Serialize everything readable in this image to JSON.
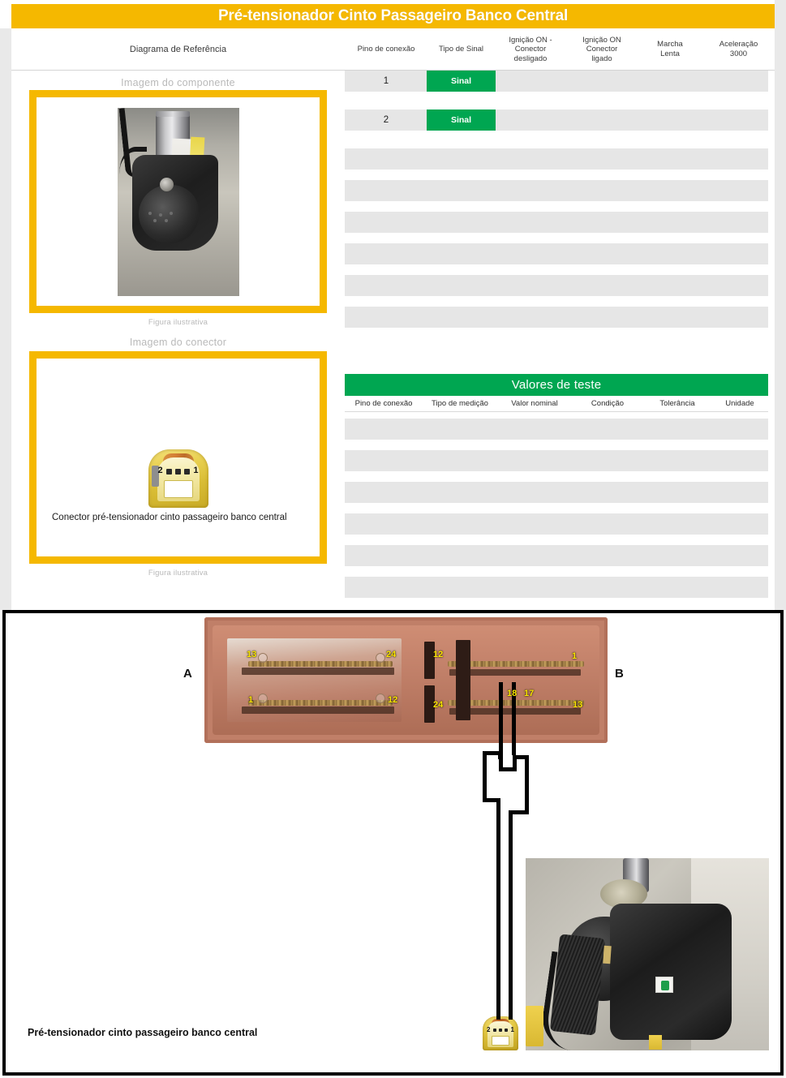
{
  "title": "Pré-tensionador Cinto Passageiro Banco Central",
  "header": {
    "diagram_col": "Diagrama de  Referência",
    "columns": [
      "Pino de conexão",
      "Tipo de Sinal",
      "Ignição ON - Conector desligado",
      "Ignição ON Conector ligado",
      "Marcha Lenta",
      "Aceleração 3000"
    ],
    "col_ignicao_desligado_lines": [
      "Ignição ON -",
      "Conector",
      "desligado"
    ],
    "col_ignicao_ligado_lines": [
      "Ignição ON",
      "Conector",
      "ligado"
    ],
    "col_marcha_lines": [
      "Marcha",
      "Lenta"
    ],
    "col_aceleracao_lines": [
      "Aceleração",
      "3000"
    ]
  },
  "left_panel": {
    "component_image_label": "Imagem do componente",
    "component_figure_caption": "Figura ilustrativa",
    "connector_image_label": "Imagem do conector",
    "connector_figure_caption": "Figura ilustrativa",
    "connector_caption": "Conector pré-tensionador cinto passageiro banco central",
    "connector_pins": [
      "2",
      "1"
    ]
  },
  "signal_rows": [
    {
      "pin": "1",
      "signal_type": "Sinal",
      "ign_on_disconnected": "",
      "ign_on_connected": "",
      "idle": "",
      "accel_3000": ""
    },
    {
      "pin": "2",
      "signal_type": "Sinal",
      "ign_on_disconnected": "",
      "ign_on_connected": "",
      "idle": "",
      "accel_3000": ""
    },
    {
      "pin": "",
      "signal_type": "",
      "ign_on_disconnected": "",
      "ign_on_connected": "",
      "idle": "",
      "accel_3000": ""
    },
    {
      "pin": "",
      "signal_type": "",
      "ign_on_disconnected": "",
      "ign_on_connected": "",
      "idle": "",
      "accel_3000": ""
    },
    {
      "pin": "",
      "signal_type": "",
      "ign_on_disconnected": "",
      "ign_on_connected": "",
      "idle": "",
      "accel_3000": ""
    },
    {
      "pin": "",
      "signal_type": "",
      "ign_on_disconnected": "",
      "ign_on_connected": "",
      "idle": "",
      "accel_3000": ""
    },
    {
      "pin": "",
      "signal_type": "",
      "ign_on_disconnected": "",
      "ign_on_connected": "",
      "idle": "",
      "accel_3000": ""
    },
    {
      "pin": "",
      "signal_type": "",
      "ign_on_disconnected": "",
      "ign_on_connected": "",
      "idle": "",
      "accel_3000": ""
    },
    {
      "pin": "",
      "signal_type": "",
      "ign_on_disconnected": "",
      "ign_on_connected": "",
      "idle": "",
      "accel_3000": ""
    },
    {
      "pin": "",
      "signal_type": "",
      "ign_on_disconnected": "",
      "ign_on_connected": "",
      "idle": "",
      "accel_3000": ""
    }
  ],
  "test_values": {
    "title": "Valores de teste",
    "columns": [
      "Pino de conexão",
      "Tipo de medição",
      "Valor nominal",
      "Condição",
      "Tolerância",
      "Unidade"
    ],
    "rows": [
      {
        "pin": "",
        "measurement_type": "",
        "nominal_value": "",
        "condition": "",
        "tolerance": "",
        "unit": ""
      },
      {
        "pin": "",
        "measurement_type": "",
        "nominal_value": "",
        "condition": "",
        "tolerance": "",
        "unit": ""
      },
      {
        "pin": "",
        "measurement_type": "",
        "nominal_value": "",
        "condition": "",
        "tolerance": "",
        "unit": ""
      },
      {
        "pin": "",
        "measurement_type": "",
        "nominal_value": "",
        "condition": "",
        "tolerance": "",
        "unit": ""
      },
      {
        "pin": "",
        "measurement_type": "",
        "nominal_value": "",
        "condition": "",
        "tolerance": "",
        "unit": ""
      },
      {
        "pin": "",
        "measurement_type": "",
        "nominal_value": "",
        "condition": "",
        "tolerance": "",
        "unit": ""
      }
    ]
  },
  "wiring_diagram": {
    "caption": "Pré-tensionador cinto passageiro banco central",
    "connector_a_label": "A",
    "connector_b_label": "B",
    "ecu_pin_labels_a": [
      "13",
      "24",
      "1",
      "12"
    ],
    "ecu_pin_labels_b": [
      "12",
      "1",
      "24",
      "18",
      "17",
      "13"
    ],
    "wire_pins": [
      "18",
      "17"
    ],
    "component_connector_pins": [
      "2",
      "1"
    ]
  },
  "colors": {
    "title_bar": "#F5B800",
    "accent_yellow": "#F5B800",
    "signal_green": "#00A651",
    "row_gray": "#E6E6E6",
    "pin_label_yellow": "#FFE800"
  }
}
